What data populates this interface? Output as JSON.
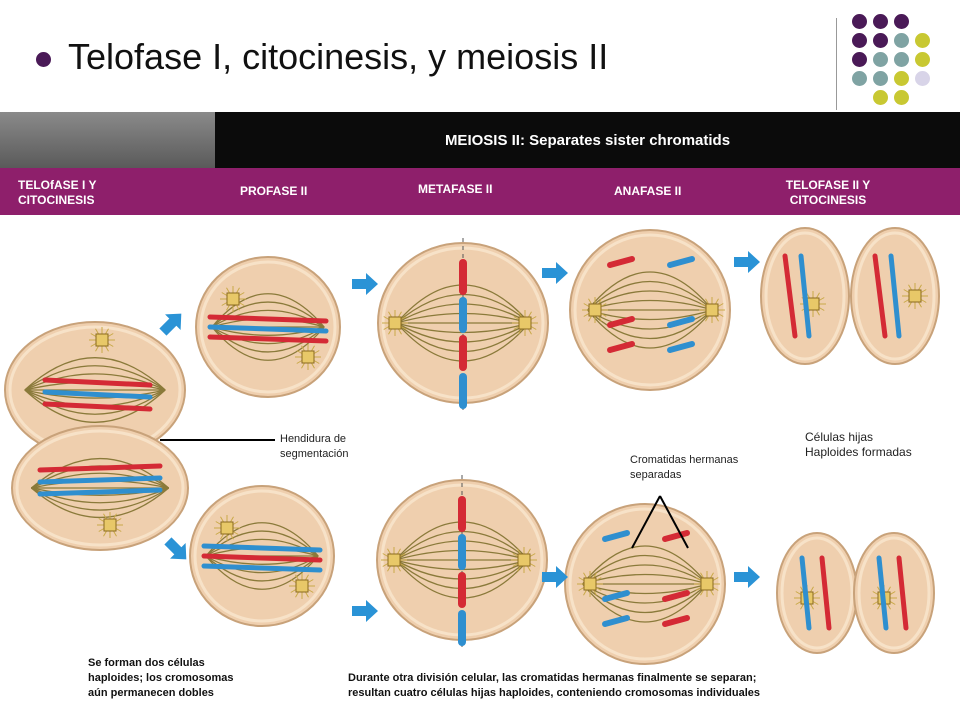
{
  "title": "Telofase I, citocinesis, y meiosis II",
  "header": {
    "meiosis2_label": "MEIOSIS II: Separates sister chromatids"
  },
  "phases": [
    {
      "line1": "TELOfASE I Y",
      "line2": "CITOCINESIS"
    },
    {
      "line1": "PROFASE II",
      "line2": ""
    },
    {
      "line1": "METAFASE II",
      "line2": ""
    },
    {
      "line1": "ANAFASE II",
      "line2": ""
    },
    {
      "line1": "TELOFASE II Y",
      "line2": "CITOCINESIS"
    }
  ],
  "labels": {
    "cleavage_l1": "Hendidura de",
    "cleavage_l2": "segmentación",
    "sisters_l1": "Cromatidas hermanas",
    "sisters_l2": "separadas",
    "daughters_l1": "Células hijas",
    "daughters_l2": "Haploides formadas"
  },
  "captions": {
    "left_l1": "Se forman dos células",
    "left_l2": "haploides; los cromosomas",
    "left_l3": "aún permanecen dobles",
    "right_l1": "Durante otra división celular, las cromatidas hermanas finalmente se separan;",
    "right_l2": "resultan cuatro células hijas haploides, conteniendo cromosomas individuales"
  },
  "colors": {
    "purple": "#4a1a57",
    "teal": "#7fa3a3",
    "lime": "#c8c832",
    "lavender": "#d8d4e8",
    "band": "#8e1f6b",
    "cell": "#efcfae",
    "chrom_red": "#d42a35",
    "chrom_blue": "#2f8fcf",
    "arrow": "#2a93d6"
  }
}
